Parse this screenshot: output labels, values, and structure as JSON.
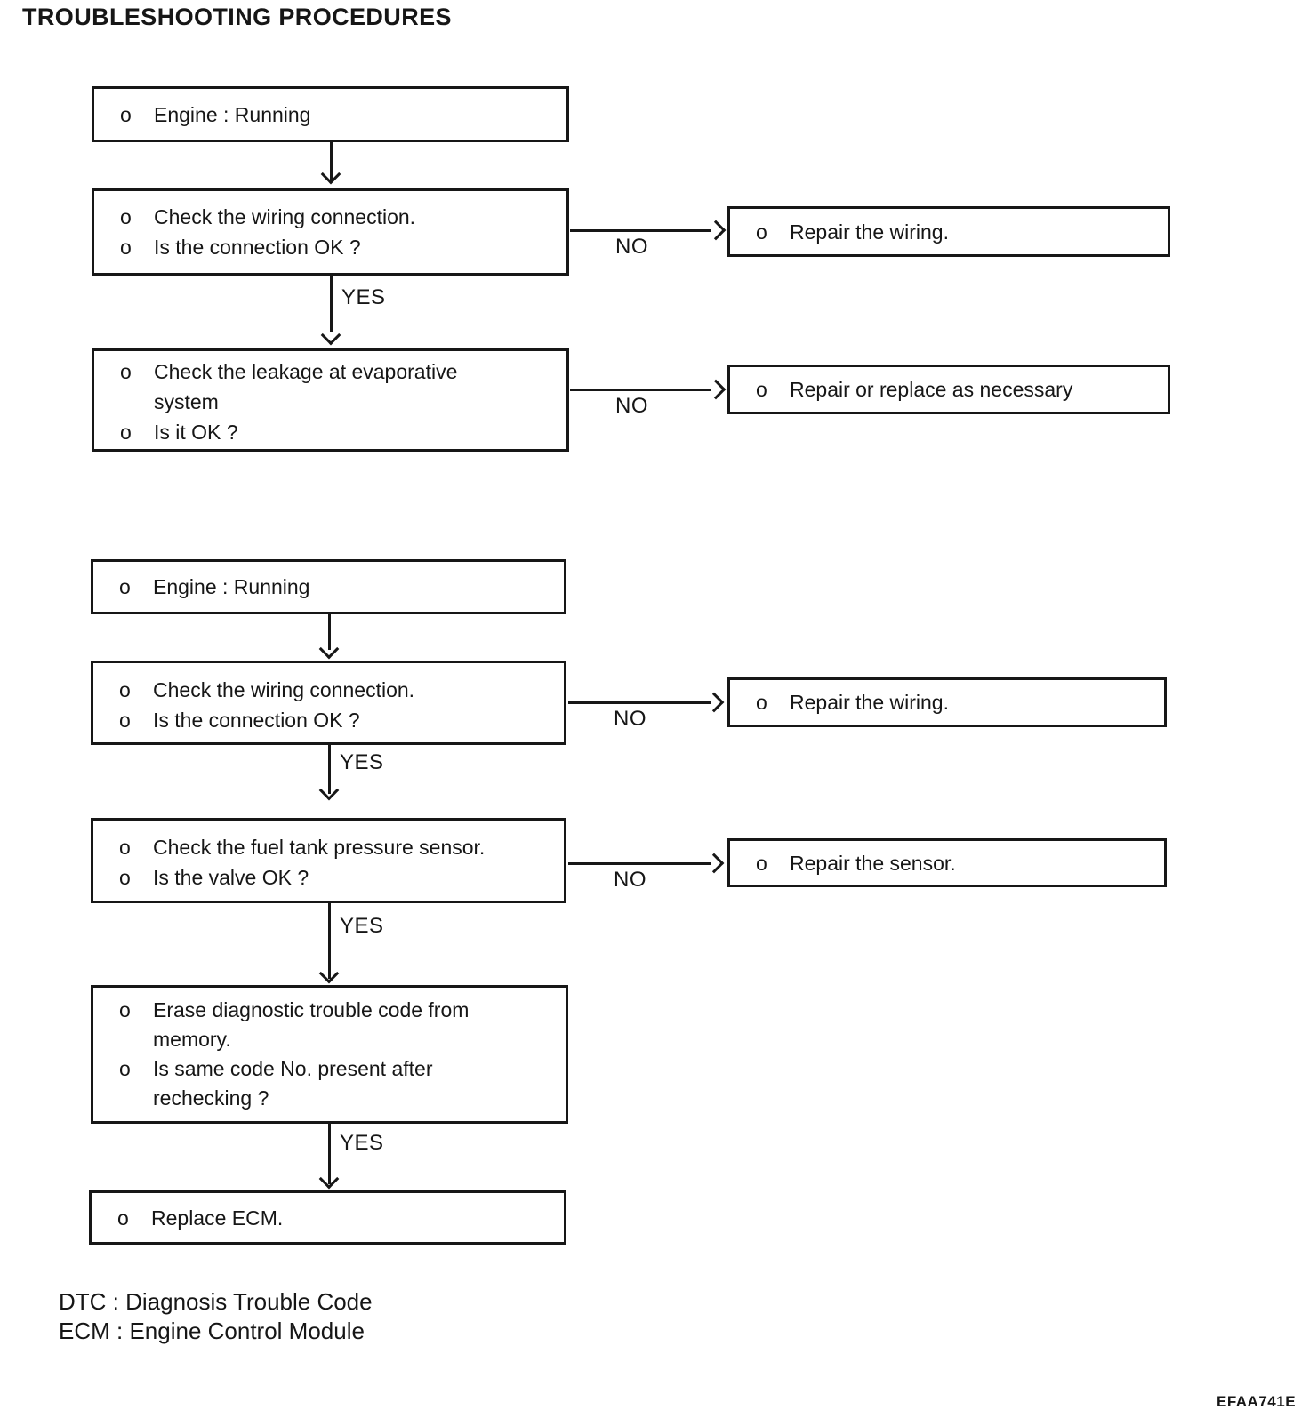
{
  "page": {
    "title": "TROUBLESHOOTING PROCEDURES",
    "bullet": "o",
    "figure_code": "EFAA741E"
  },
  "labels": {
    "yes": "YES",
    "no": "NO"
  },
  "flow1": {
    "engine": {
      "l1": "Engine : Running"
    },
    "check_wiring": {
      "l1": "Check the wiring connection.",
      "l2": "Is the connection OK ?"
    },
    "repair_wiring": {
      "l1": "Repair the wiring."
    },
    "check_leakage": {
      "l1a": "Check the leakage at evaporative",
      "l1b": "system",
      "l2": "Is it OK ?"
    },
    "repair_replace": {
      "l1": "Repair or replace as necessary"
    }
  },
  "flow2": {
    "engine": {
      "l1": "Engine : Running"
    },
    "check_wiring": {
      "l1": "Check the wiring connection.",
      "l2": "Is the connection OK ?"
    },
    "repair_wiring": {
      "l1": "Repair the wiring."
    },
    "check_sensor": {
      "l1": "Check the fuel tank pressure sensor.",
      "l2": "Is the valve OK ?"
    },
    "repair_sensor": {
      "l1": "Repair the sensor."
    },
    "erase_dtc": {
      "l1a": "Erase diagnostic trouble code from",
      "l1b": "memory.",
      "l2a": "Is same code No. present after",
      "l2b": "rechecking ?"
    },
    "replace_ecm": {
      "l1": "Replace ECM."
    }
  },
  "footnotes": {
    "dtc": "DTC : Diagnosis Trouble Code",
    "ecm": "ECM : Engine Control Module"
  }
}
